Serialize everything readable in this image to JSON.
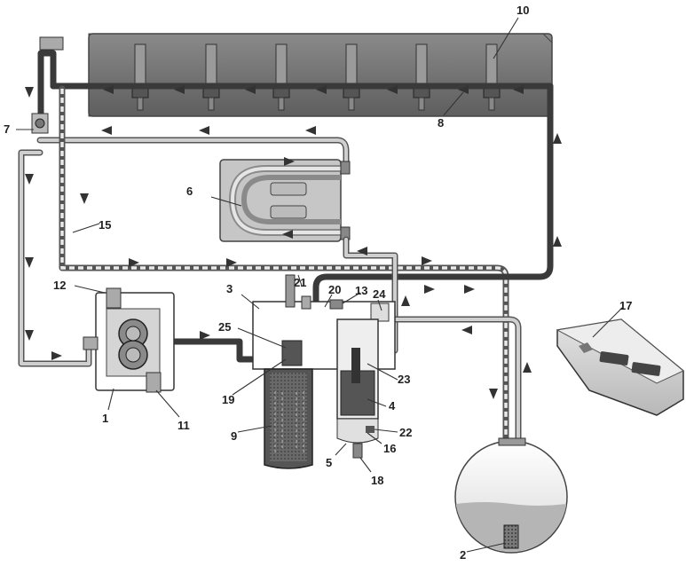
{
  "callouts": [
    {
      "id": "1",
      "text": "1"
    },
    {
      "id": "2",
      "text": "2"
    },
    {
      "id": "3",
      "text": "3"
    },
    {
      "id": "4",
      "text": "4"
    },
    {
      "id": "5",
      "text": "5"
    },
    {
      "id": "6",
      "text": "6"
    },
    {
      "id": "7",
      "text": "7"
    },
    {
      "id": "8",
      "text": "8"
    },
    {
      "id": "9",
      "text": "9"
    },
    {
      "id": "10",
      "text": "10"
    },
    {
      "id": "11",
      "text": "11"
    },
    {
      "id": "12",
      "text": "12"
    },
    {
      "id": "13",
      "text": "13"
    },
    {
      "id": "15",
      "text": "15"
    },
    {
      "id": "16",
      "text": "16"
    },
    {
      "id": "17",
      "text": "17"
    },
    {
      "id": "18",
      "text": "18"
    },
    {
      "id": "19",
      "text": "19"
    },
    {
      "id": "20",
      "text": "20"
    },
    {
      "id": "21",
      "text": "21"
    },
    {
      "id": "22",
      "text": "22"
    },
    {
      "id": "23",
      "text": "23"
    },
    {
      "id": "24",
      "text": "24"
    },
    {
      "id": "25",
      "text": "25"
    }
  ],
  "colors": {
    "engine_block": "#6e6e6e",
    "injector": "#8a8a8a",
    "pipe_dark": "#3a3a3a",
    "pipe_light": "#cfcfcf",
    "filter_dark": "#4a4a4a",
    "background": "#ffffff"
  }
}
